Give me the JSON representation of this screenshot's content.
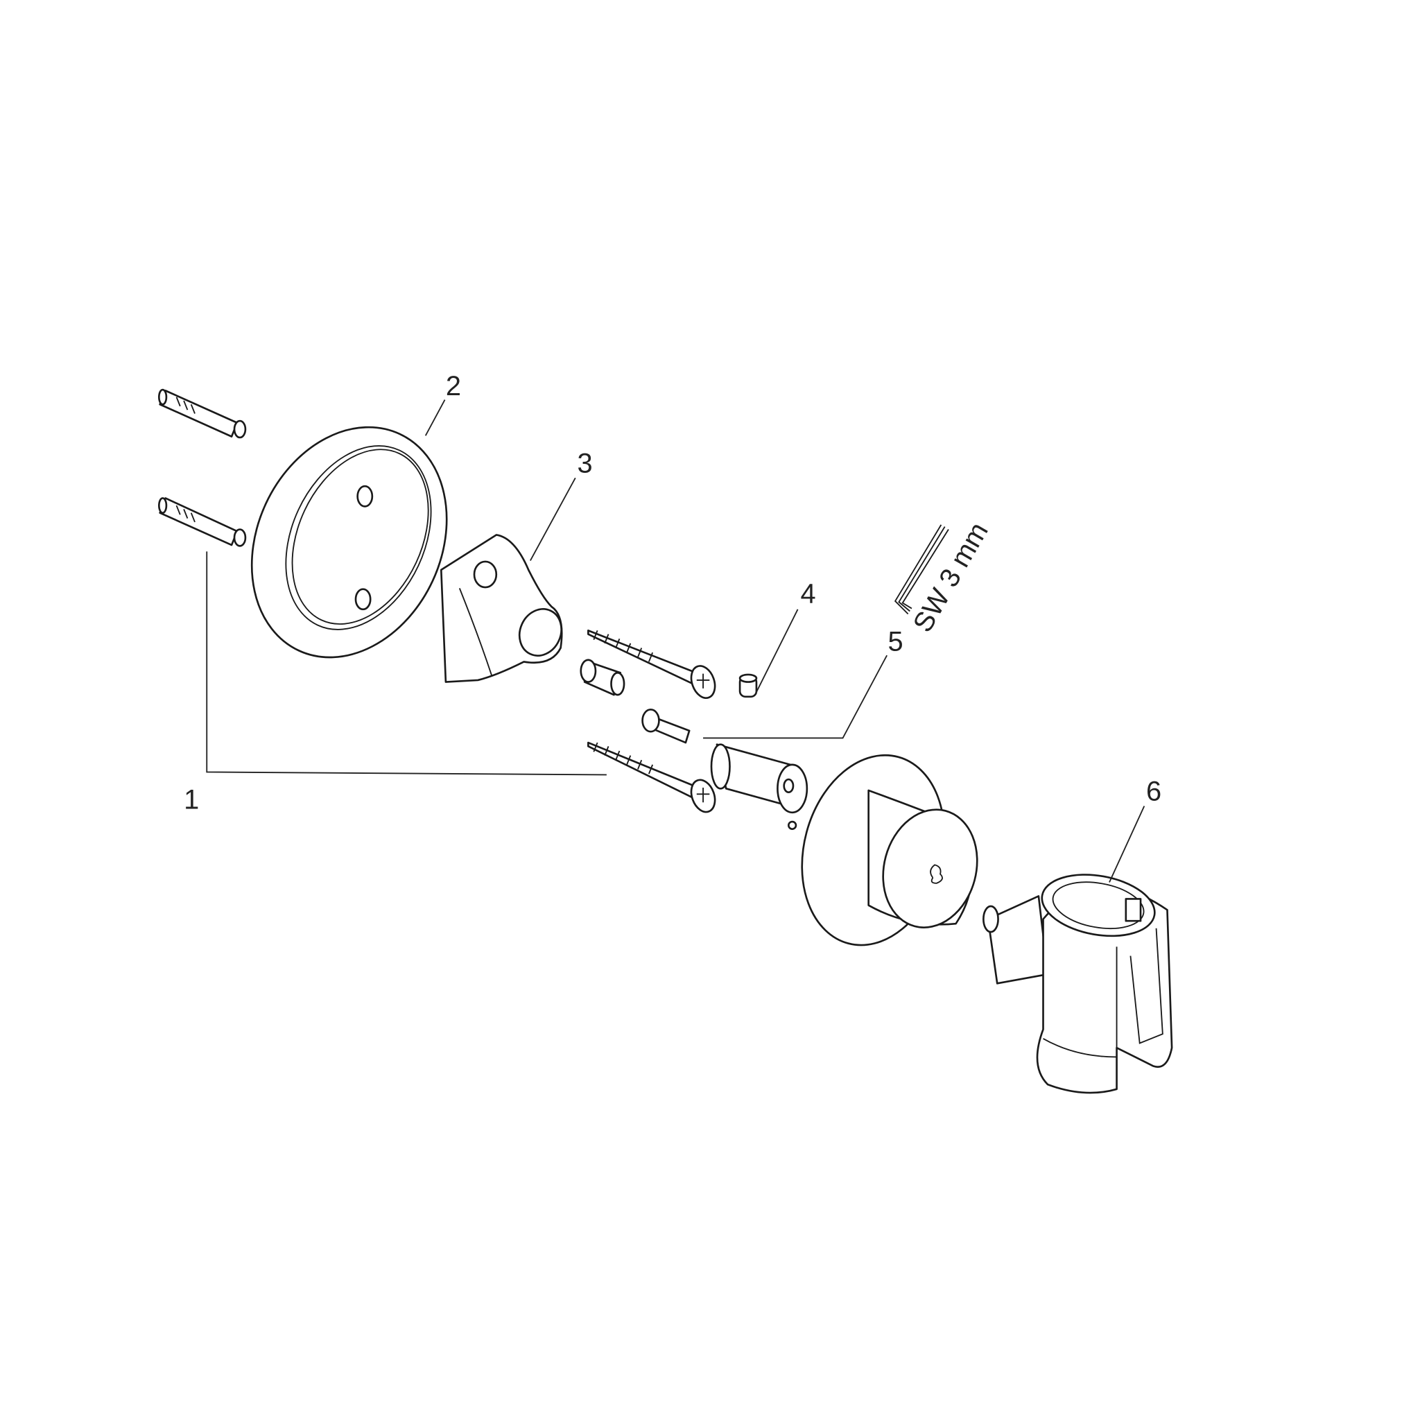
{
  "diagram": {
    "type": "exploded parts drawing",
    "line_color": "#1a1a1a",
    "background": "#ffffff",
    "callouts": [
      "1",
      "2",
      "3",
      "4",
      "5",
      "6"
    ],
    "tool_annotation": "SW 3 mm",
    "tool_icon": "hex-key-icon"
  }
}
